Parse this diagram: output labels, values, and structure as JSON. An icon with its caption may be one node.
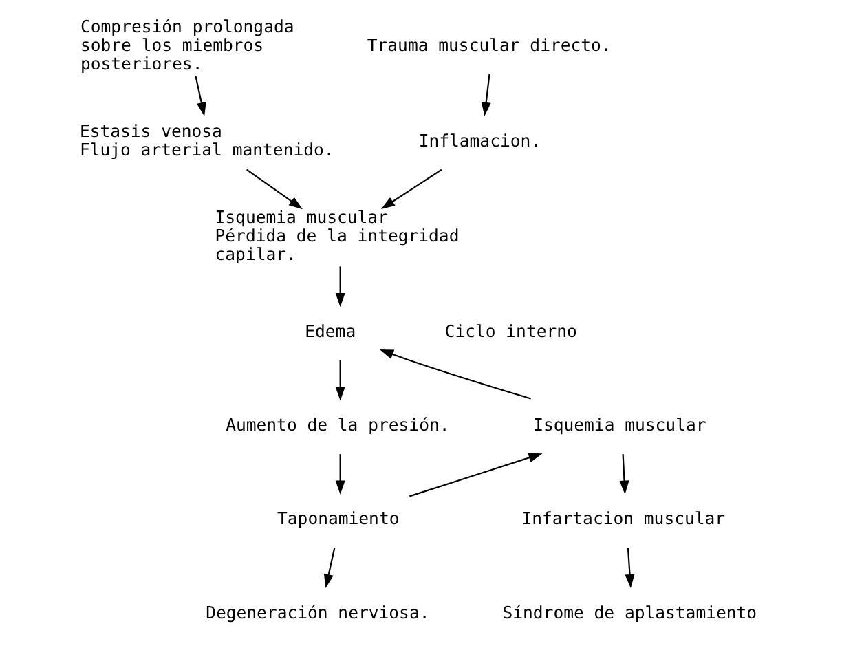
{
  "diagram": {
    "nodes": [
      {
        "text": [
          "Compresión prolongada sobre los miembros posteriores."
        ]
      },
      {
        "text": [
          "Trauma muscular directo."
        ]
      },
      {
        "text": [
          "Estasis venosa",
          "Flujo arterial mantenido."
        ]
      },
      {
        "text": [
          "Inflamacion."
        ]
      },
      {
        "text": [
          "Isquemia muscular",
          "Pérdida de la integridad capilar."
        ]
      },
      {
        "text": [
          "Edema"
        ]
      },
      {
        "text": [
          "Aumento de la presión."
        ]
      },
      {
        "text": [
          "Isquemia muscular"
        ]
      },
      {
        "text": [
          "Degeneración nerviosa."
        ]
      },
      {
        "text": [
          "Taponamiento"
        ]
      },
      {
        "text": [
          "Infartacion muscular"
        ]
      },
      {
        "text": [
          "Síndrome de aplastamiento"
        ]
      }
    ],
    "edges": [
      {
        "from": 0,
        "to": 2,
        "arrow": "to"
      },
      {
        "from": 1,
        "to": 3,
        "arrow": "to"
      },
      {
        "from": 2,
        "to": 4,
        "arrow": "to"
      },
      {
        "from": 3,
        "to": 4,
        "arrow": "to"
      },
      {
        "from": 4,
        "to": 5,
        "arrow": "to"
      },
      {
        "from": 5,
        "to": 6,
        "arrow": "to"
      },
      {
        "from": 7,
        "to": 5,
        "arrow": "to"
      },
      {
        "from": 6,
        "to": 9,
        "arrow": "to"
      },
      {
        "from": 9,
        "to": 8,
        "arrow": "to"
      },
      {
        "from": 9,
        "to": 7,
        "arrow": "to"
      },
      {
        "from": 7,
        "to": 10,
        "arrow": "to"
      },
      {
        "from": 10,
        "to": 11,
        "arrow": "to"
      }
    ],
    "labels": [
      "Ciclo interno"
    ]
  }
}
